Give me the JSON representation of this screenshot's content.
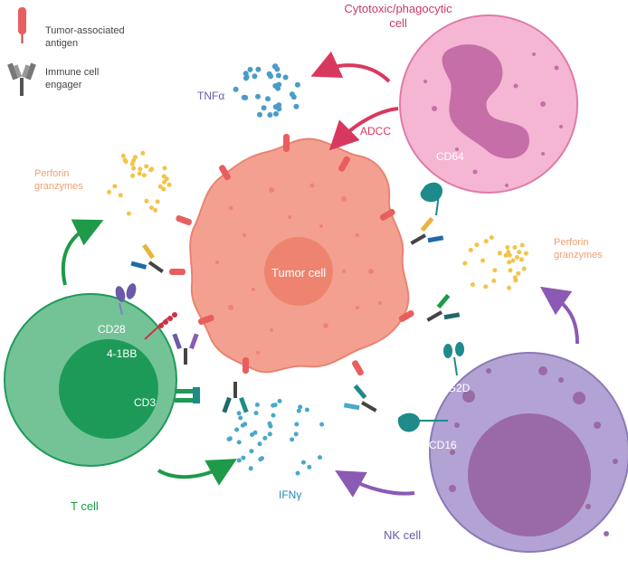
{
  "legend": {
    "antigen_label_1": "Tumor-associated",
    "antigen_label_2": "antigen",
    "engager_label_1": "Immune cell",
    "engager_label_2": "engager"
  },
  "cells": {
    "tumor": "Tumor cell",
    "phagocytic_1": "Cytotoxic/phagocytic",
    "phagocytic_2": "cell",
    "t_cell": "T cell",
    "nk_cell": "NK cell"
  },
  "receptors": {
    "cd64": "CD64",
    "cd28": "CD28",
    "four_1bb": "4-1BB",
    "cd3": "CD3",
    "nkg2d": "NKG2D",
    "cd16": "CD16"
  },
  "mechanisms": {
    "tnfa": "TNFα",
    "adcc": "ADCC",
    "ifng": "IFNγ",
    "perforin_left_1": "Perforin",
    "perforin_left_2": "granzymes",
    "perforin_right_1": "Perforin",
    "perforin_right_2": "granzymes"
  },
  "colors": {
    "tumor_fill": "#f4a091",
    "tumor_nucleus": "#ee8470",
    "phagocytic_fill": "#f4b6d2",
    "phagocytic_nucleus": "#c66ea8",
    "t_cell_fill": "#74c397",
    "t_cell_nucleus": "#1e9a58",
    "nk_cell_fill": "#b3a3d4",
    "nk_cell_nucleus": "#9a6aa6",
    "arrow_red": "#d9385e",
    "arrow_green": "#1e9a48",
    "arrow_purple": "#8a5ab4",
    "perforin_dots": "#f2c44a",
    "cytokine_dots": "#4a9cc8",
    "engager_teal": "#1e8a8a"
  }
}
